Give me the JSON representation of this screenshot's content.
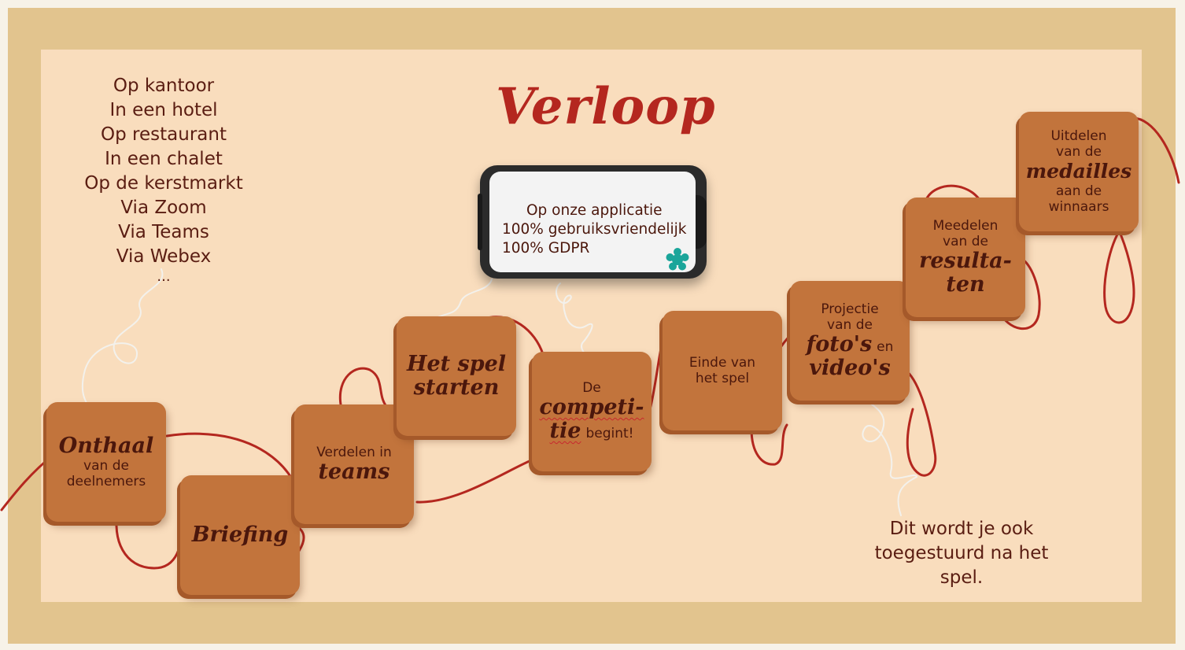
{
  "title": "Verloop",
  "locations": [
    "Op kantoor",
    "In een hotel",
    "Op restaurant",
    "In een chalet",
    "Op de kerstmarkt",
    "Via Zoom",
    "Via Teams",
    "Via Webex",
    "..."
  ],
  "phone": {
    "line1": "Op onze applicatie",
    "line2": "100% gebruiksvriendelijk",
    "line3": "100% GDPR"
  },
  "steps": {
    "onthaal": {
      "big": "Onthaal",
      "small1": "van de",
      "small2": "deelnemers"
    },
    "briefing": {
      "big": "Briefing"
    },
    "verdelen": {
      "small": "Verdelen in",
      "big": "teams"
    },
    "spel": {
      "big1": "Het spel",
      "big2": "starten"
    },
    "competitie": {
      "small1": "De",
      "big1": "competi-",
      "big2": "tie",
      "small2": "begint!"
    },
    "einde": {
      "small1": "Einde van",
      "small2": "het spel"
    },
    "projectie": {
      "small1": "Projectie",
      "small2": "van de",
      "big1": "foto's",
      "small3": "en",
      "big2": "video's"
    },
    "meedelen": {
      "small1": "Meedelen",
      "small2": "van de",
      "big1": "resulta-",
      "big2": "ten"
    },
    "uitdelen": {
      "small1": "Uitdelen",
      "small2": "van de",
      "big": "medailles",
      "small3": "aan de",
      "small4": "winnaars"
    }
  },
  "note": [
    "Dit wordt je ook",
    "toegestuurd na het",
    "spel."
  ],
  "colors": {
    "frame": "#e2c48e",
    "background": "#f9ddbd",
    "card": "#c2743c",
    "rope": "#b4271f",
    "text": "#4b170c",
    "logo": "#1aa59a"
  }
}
